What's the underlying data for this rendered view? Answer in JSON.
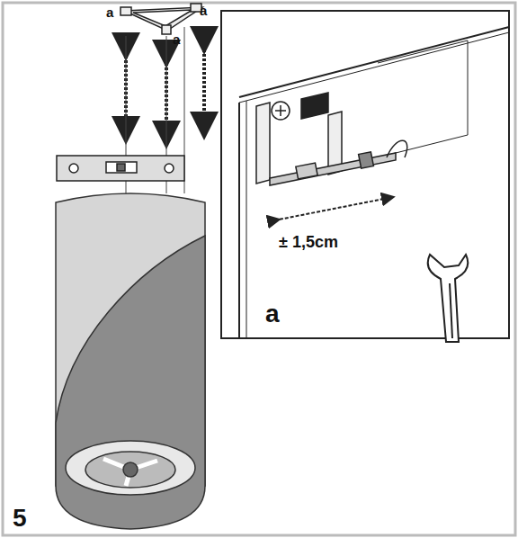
{
  "diagram": {
    "labels": [
      "a",
      "a",
      "a",
      "± 1,5cm",
      "a",
      "5"
    ]
  }
}
